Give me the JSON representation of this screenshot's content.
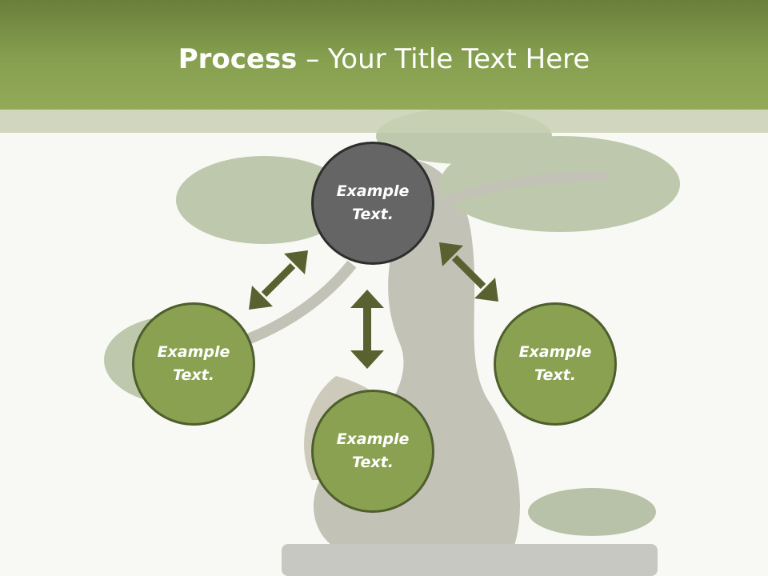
{
  "title": {
    "bold": "Process",
    "rest": " – Your Title Text Here"
  },
  "nodes": {
    "top": "Example Text.",
    "left": "Example Text.",
    "bottom": "Example Text.",
    "right": "Example Text."
  },
  "colors": {
    "header": "#86a050",
    "node_fill": "#8aa152",
    "node_dark": "#656565",
    "arrow": "#5a6130"
  }
}
